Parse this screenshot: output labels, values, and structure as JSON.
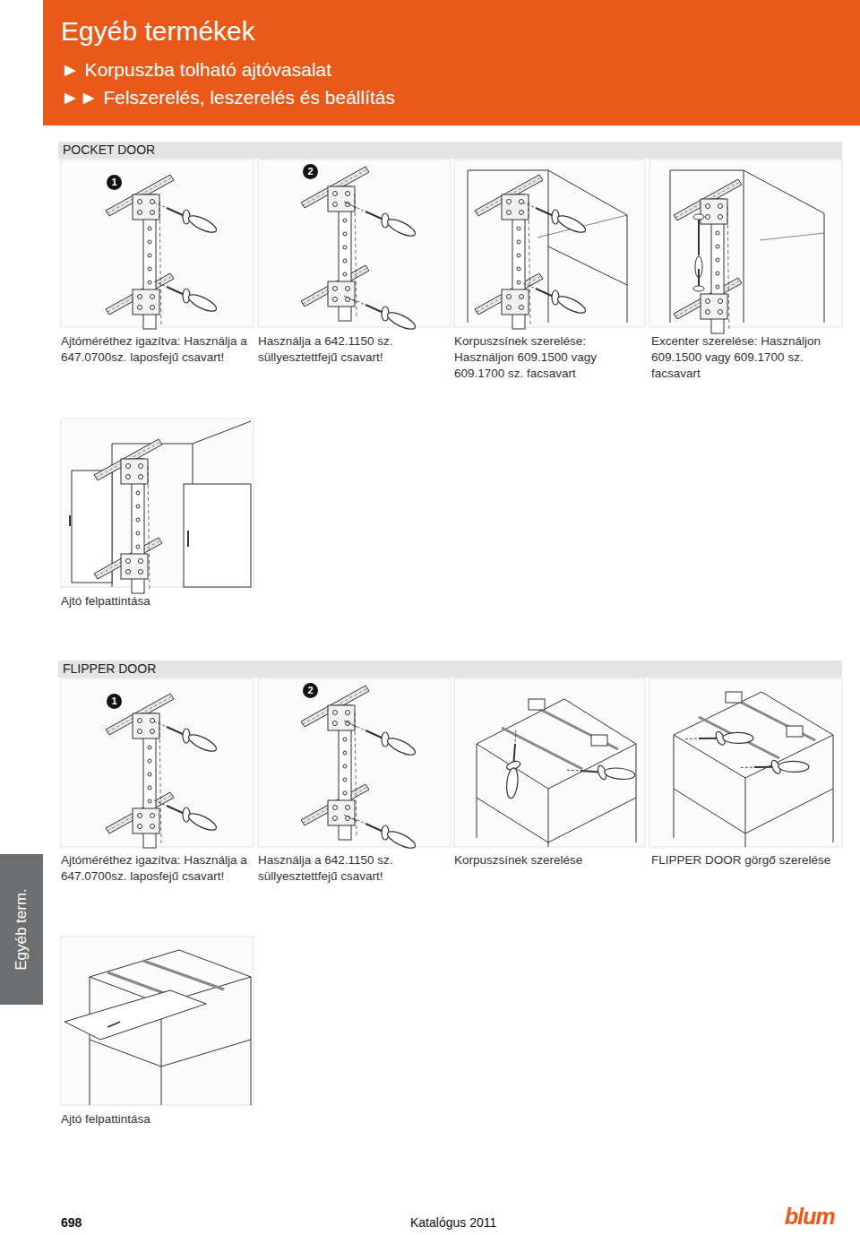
{
  "diagram": {
    "nodes": [
      {
        "text": [
          "Egyéb termékek",
          "► Korpuszba tolható ajtóvasalat",
          "►► Felszerelés, leszerelés és beállítás"
        ]
      },
      {
        "text": [
          "POCKET DOOR"
        ]
      },
      {
        "text": [
          "1"
        ]
      },
      {
        "text": [
          "2"
        ]
      },
      {
        "text": [
          "FLIPPER DOOR"
        ]
      },
      {
        "text": [
          "1"
        ]
      },
      {
        "text": [
          "2"
        ]
      },
      {
        "text": [
          "Egyéb term."
        ]
      }
    ],
    "labels": [
      "Ajtóméréthez igazítva: Használja a 647.0700sz. laposfejű csavart!",
      "Használja a 642.1150 sz. süllyesztettfejű csavart!",
      "Korpuszsínek szerelése: Használjon 609.1500 vagy 609.1700 sz. facsavart",
      "Excenter szerelése: Használjon 609.1500 vagy 609.1700 sz. facsavart",
      "Ajtó felpattintása",
      "Ajtóméréthez igazítva: Használja a 647.0700sz. laposfejű csavart!",
      "Használja a 642.1150 sz. süllyesztettfejű csavart!",
      "Korpuszsínek szerelése",
      "FLIPPER DOOR görgő szerelése",
      "Ajtó felpattintása",
      "698",
      "Katalógus 2011",
      "blum"
    ]
  }
}
